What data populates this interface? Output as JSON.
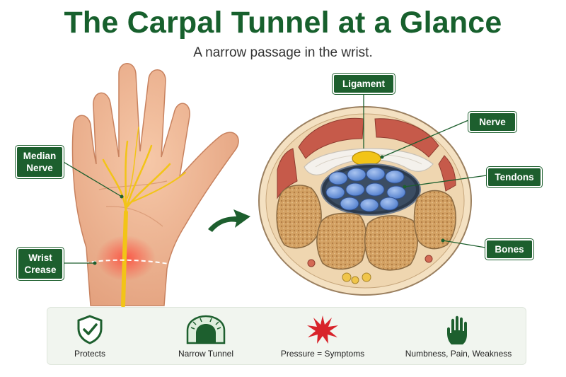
{
  "header": {
    "title": "The Carpal Tunnel at a Glance",
    "subtitle": "A narrow passage in the wrist."
  },
  "labels": {
    "median_nerve": "Median Nerve",
    "wrist_crease": "Wrist Crease",
    "ligament": "Ligament",
    "nerve": "Nerve",
    "tendons": "Tendons",
    "bones": "Bones"
  },
  "legend": [
    {
      "label": "Protects",
      "icon": "shield-check-icon"
    },
    {
      "label": "Narrow Tunnel",
      "icon": "tunnel-icon"
    },
    {
      "label": "Pressure = Symptoms",
      "icon": "burst-icon"
    },
    {
      "label": "Numbness, Pain, Weakness",
      "icon": "hand-icon"
    }
  ],
  "colors": {
    "brand_green": "#1d5f2e",
    "title_green": "#17602d",
    "nerve_yellow": "#f2c417",
    "tendon_blue": "#5f8fd6",
    "pressure_red": "#d8232a"
  }
}
